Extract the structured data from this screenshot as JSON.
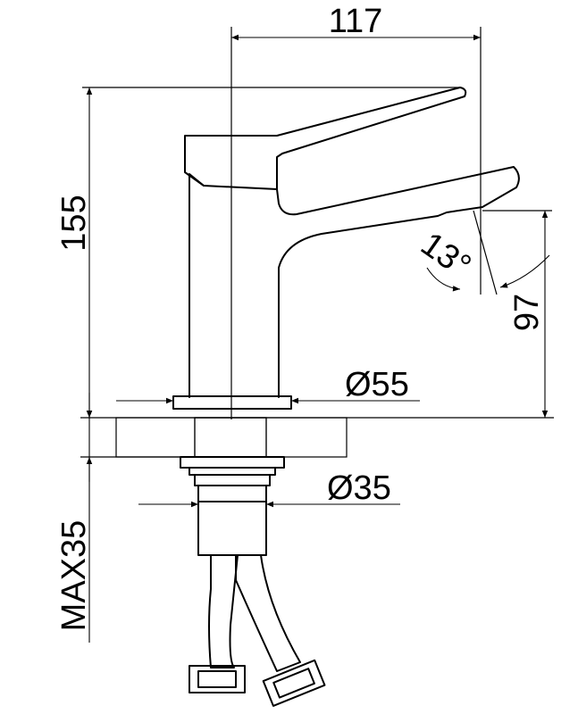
{
  "dimensions": {
    "reach": "117",
    "total_height": "155",
    "spout_height": "97",
    "spout_angle": "13°",
    "base_diameter": "Ø55",
    "shank_diameter": "Ø35",
    "max_thickness": "MAX35"
  },
  "colors": {
    "line": "#000000",
    "background": "#ffffff"
  }
}
